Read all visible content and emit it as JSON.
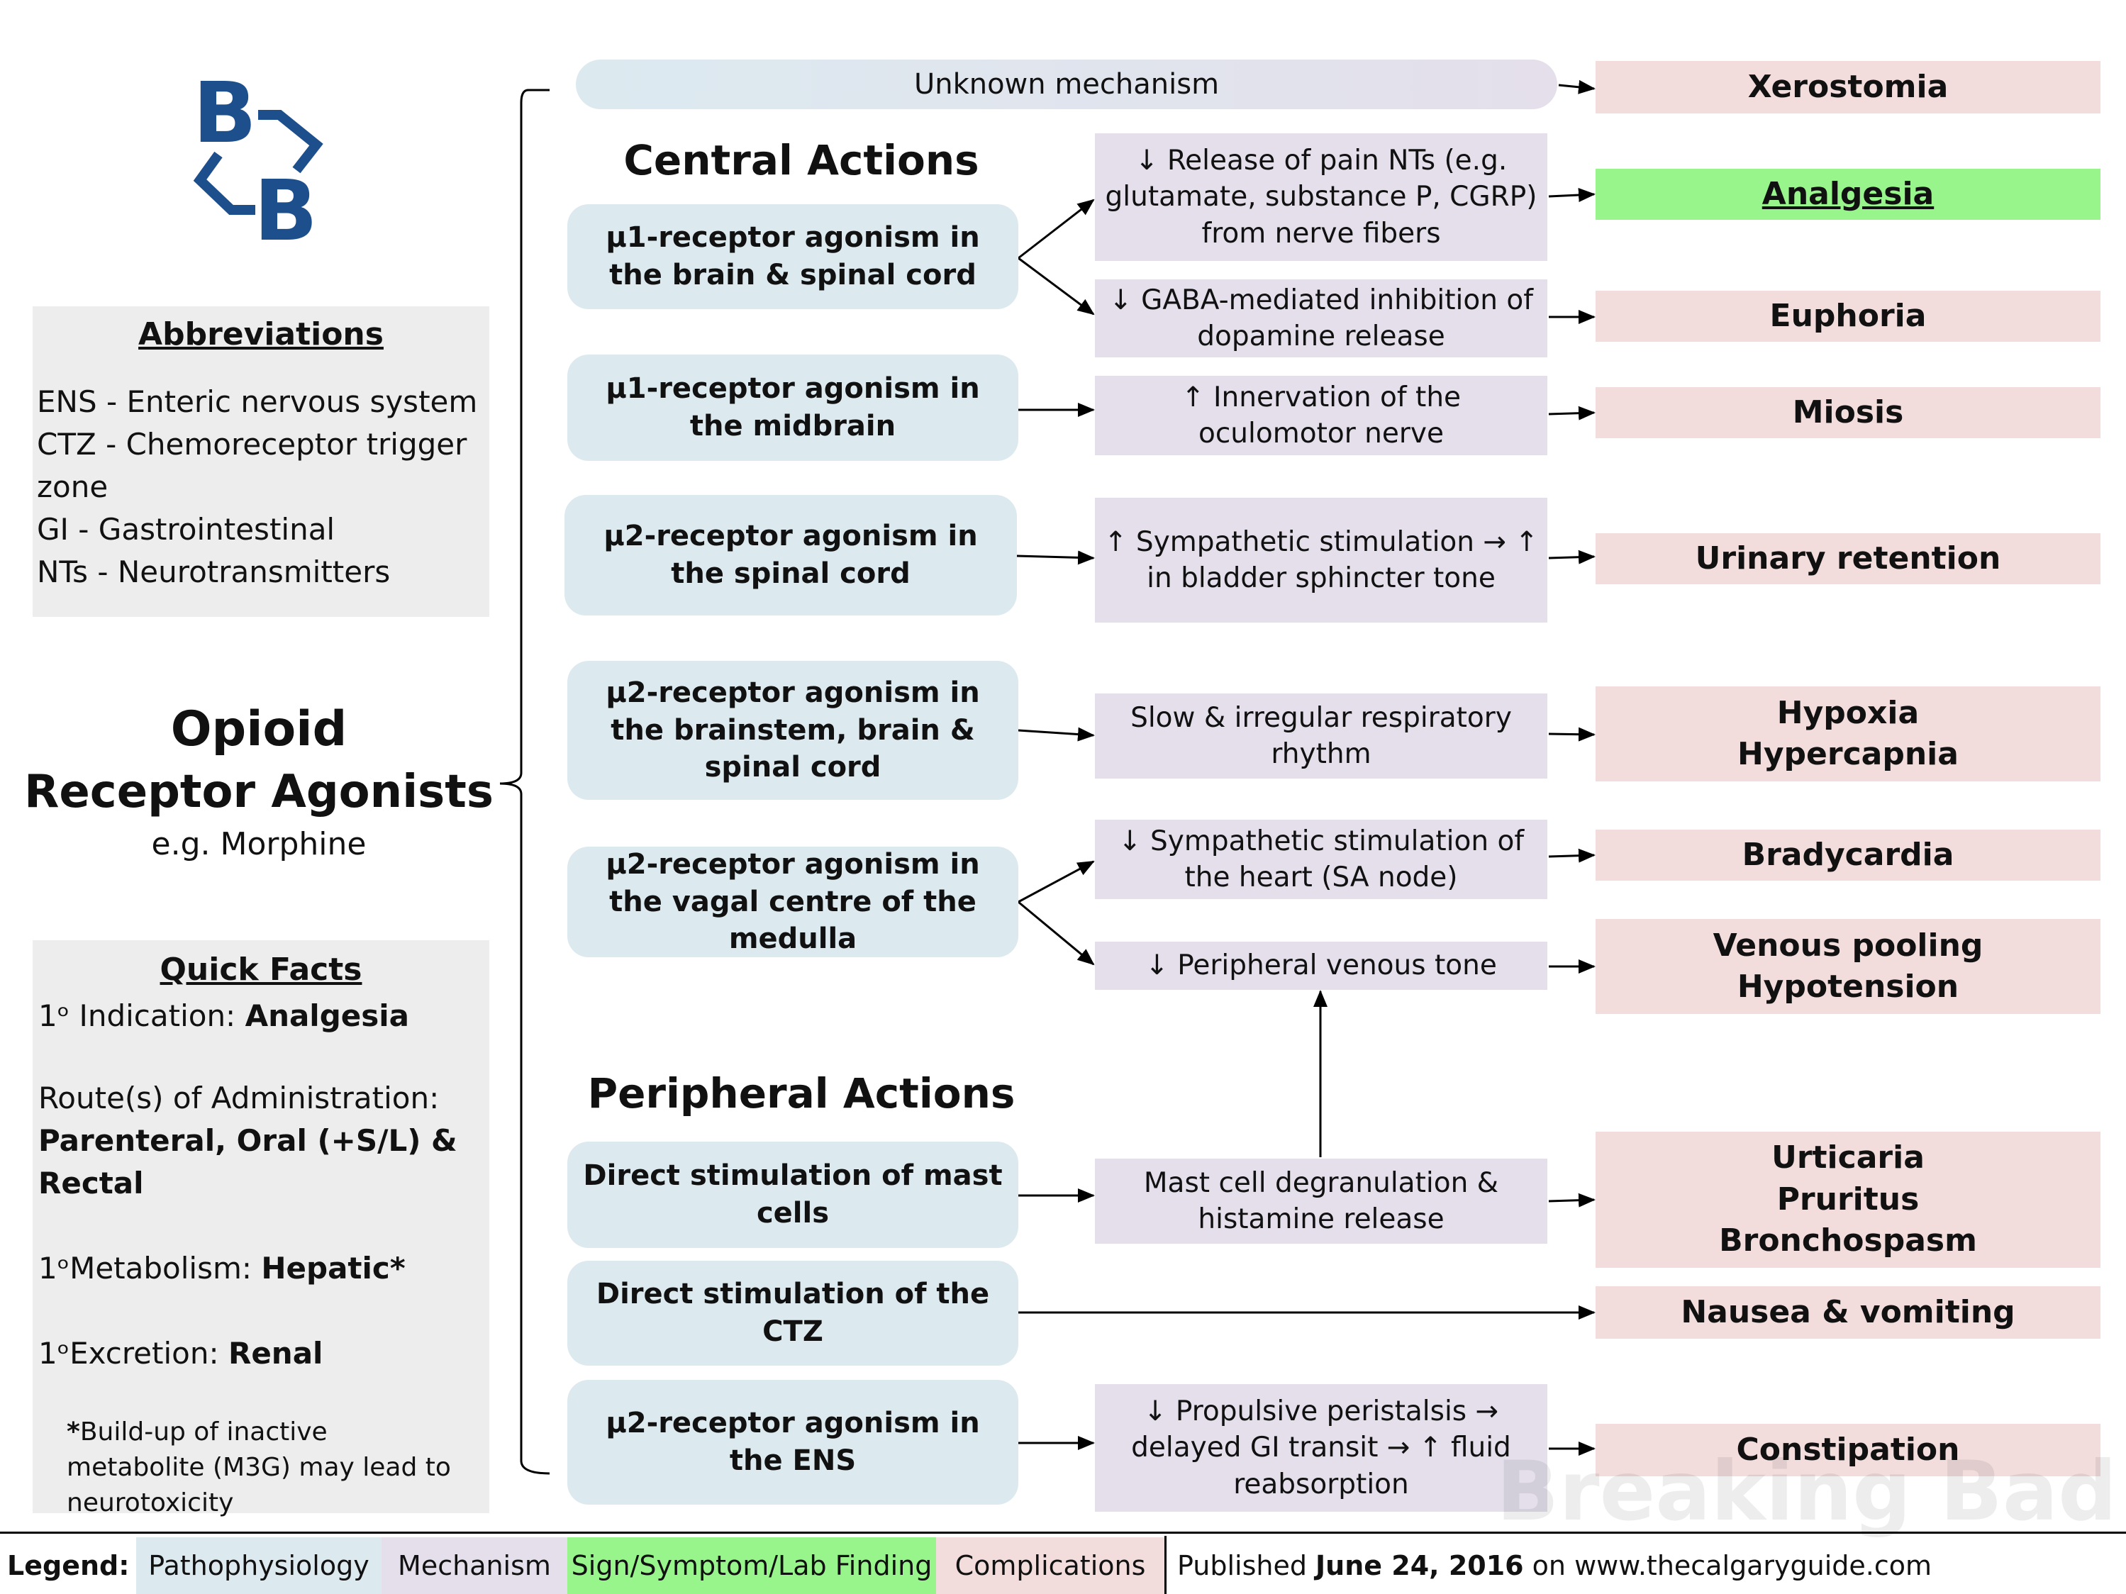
{
  "logo": {
    "letter_top": "B",
    "letter_bottom": "B"
  },
  "abbreviations": {
    "title": "Abbreviations",
    "items": [
      "ENS - Enteric nervous system",
      "CTZ - Chemoreceptor trigger zone",
      "GI - Gastrointestinal",
      "NTs - Neurotransmitters"
    ]
  },
  "title": {
    "line1": "Opioid",
    "line2": "Receptor Agonists",
    "example": "e.g. Morphine"
  },
  "quick_facts": {
    "title": "Quick Facts",
    "indication_label": "1ᵒ Indication: ",
    "indication_value": "Analgesia",
    "route_label": "Route(s) of Administration:",
    "route_value": "Parenteral, Oral (+S/L) & Rectal",
    "metabolism_label": "1ᵒMetabolism: ",
    "metabolism_value": "Hepatic*",
    "excretion_label": "1ᵒExcretion: ",
    "excretion_value": "Renal",
    "footnote_mark": "*",
    "footnote": "Build-up of inactive metabolite (M3G) may lead to neurotoxicity"
  },
  "unknown_mechanism": "Unknown mechanism",
  "sections": {
    "central": "Central Actions",
    "peripheral": "Peripheral Actions"
  },
  "pathophysiology": [
    "μ1-receptor agonism in the brain & spinal cord",
    "μ1-receptor agonism in the midbrain",
    "μ2-receptor agonism in the spinal cord",
    "μ2-receptor agonism in the brainstem, brain & spinal cord",
    "μ2-receptor agonism in the vagal centre of the medulla",
    "Direct stimulation of mast cells",
    "Direct stimulation of the CTZ",
    "μ2-receptor agonism in the ENS"
  ],
  "mechanisms": [
    "↓ Release of pain NTs (e.g. glutamate, substance P, CGRP) from nerve fibers",
    "↓ GABA-mediated inhibition of dopamine release",
    "↑ Innervation of the oculomotor nerve",
    "↑ Sympathetic stimulation → ↑ in bladder sphincter tone",
    "Slow & irregular respiratory rhythm",
    "↓ Sympathetic stimulation of the heart (SA node)",
    "↓ Peripheral venous tone",
    "Mast cell degranulation & histamine release",
    "↓ Propulsive peristalsis → delayed GI transit → ↑ fluid reabsorption"
  ],
  "outcomes": [
    "Xerostomia",
    "Analgesia",
    "Euphoria",
    "Miosis",
    "Urinary retention",
    "Hypoxia Hypercapnia",
    "Bradycardia",
    "Venous pooling Hypotension",
    "Urticaria Pruritus Bronchospasm",
    "Nausea & vomiting",
    "Constipation"
  ],
  "watermark": "Breaking Bad",
  "legend": {
    "label": "Legend:",
    "items": [
      "Pathophysiology",
      "Mechanism",
      "Sign/Symptom/Lab Finding",
      "Complications"
    ],
    "colors": [
      "#dceaf0",
      "#e4dfeb",
      "#97f58b",
      "#f2dcdc"
    ],
    "published_prefix": "Published ",
    "published_date": "June 24, 2016",
    "published_suffix": " on www.thecalgaryguide.com"
  }
}
